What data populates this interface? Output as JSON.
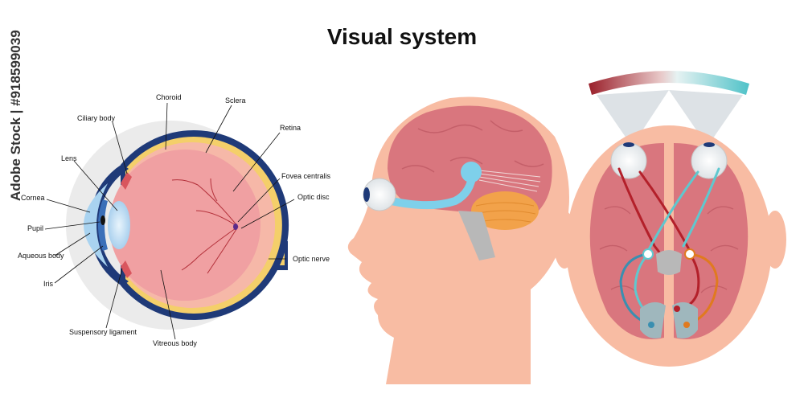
{
  "title": "Visual system",
  "watermark": "Adobe Stock | #918599039",
  "eye_labels": {
    "choroid": "Choroid",
    "sclera": "Sclera",
    "ciliary_body": "Ciliary body",
    "retina": "Retina",
    "lens": "Lens",
    "fovea_centralis": "Fovea centralis",
    "optic_disc": "Optic disc",
    "cornea": "Cornea",
    "pupil": "Pupil",
    "aqueous_body": "Aqueous body",
    "optic_nerve": "Optic nerve",
    "iris": "Iris",
    "suspensory_ligament": "Suspensory ligament",
    "vitreous_body": "Vitreous body"
  },
  "colors": {
    "background_disc": "#ebebeb",
    "sclera": "#1f3a78",
    "choroid": "#f4cf6a",
    "vitreous": "#f0a0a2",
    "retina_layer": "#f6b8a8",
    "iris": "#3b6fb8",
    "lens": "#cfe6f6",
    "skin": "#f8bca3",
    "brain": "#d9767e",
    "cerebellum": "#f2a24a",
    "optic_pathway": "#7ed0ea",
    "visual_field_gradient_left": "#9a1f2a",
    "visual_field_gradient_right": "#4fc2c8",
    "pathway_red": "#b3202a",
    "pathway_cyan": "#5fc8cf",
    "pathway_orange": "#e07a1f",
    "pathway_blue": "#3a8fb0"
  }
}
